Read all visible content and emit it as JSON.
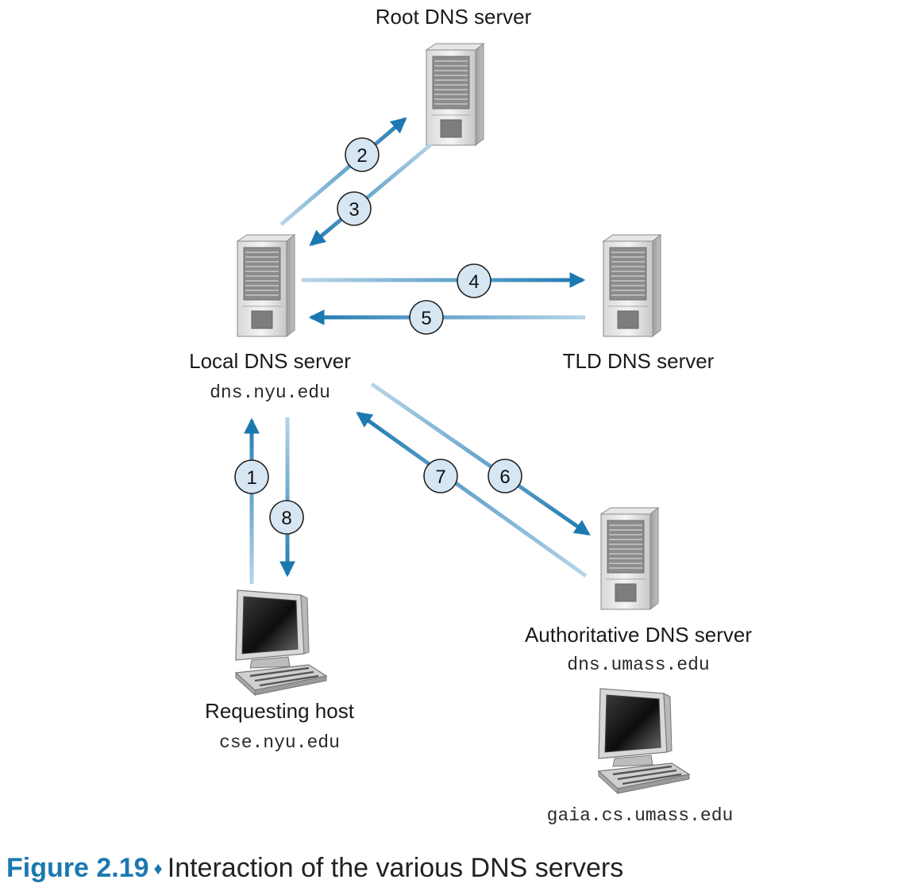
{
  "nodes": {
    "root": {
      "label": "Root DNS server"
    },
    "local": {
      "label": "Local DNS server",
      "host": "dns.nyu.edu"
    },
    "tld": {
      "label": "TLD DNS server"
    },
    "authoritative": {
      "label": "Authoritative DNS server",
      "host": "dns.umass.edu"
    },
    "requesting": {
      "label": "Requesting host",
      "host": "cse.nyu.edu"
    },
    "target": {
      "host": "gaia.cs.umass.edu"
    }
  },
  "steps": [
    "1",
    "2",
    "3",
    "4",
    "5",
    "6",
    "7",
    "8"
  ],
  "caption": {
    "figure": "Figure 2.19",
    "separator": "♦",
    "text": "Interaction of the various DNS servers"
  },
  "colors": {
    "arrow": "#1b78b1",
    "arrow_light": "#b7d5e8",
    "circle_fill": "#d7e6f3"
  },
  "icons": [
    "server-icon",
    "desktop-computer-icon"
  ]
}
